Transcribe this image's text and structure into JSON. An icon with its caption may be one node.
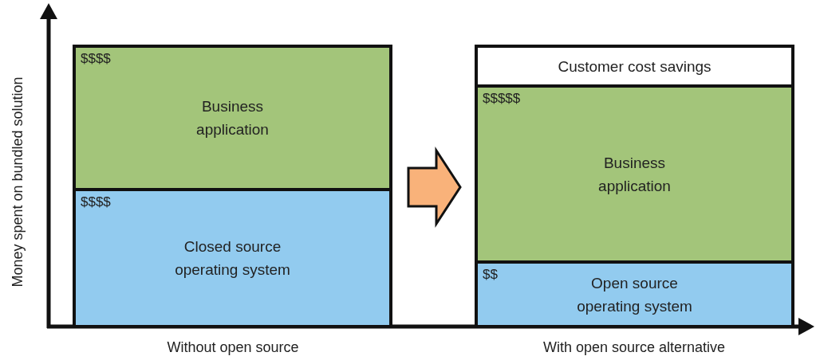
{
  "diagram": {
    "nodes": [
      {
        "text": [],
        "shape": "box"
      },
      {
        "text": [
          "$$$$",
          "Business application"
        ],
        "in": 0
      },
      {
        "text": [
          "$$$$",
          "Closed source operating system"
        ],
        "in": 0
      },
      {
        "text": [],
        "shape": "box"
      },
      {
        "text": [
          "Customer cost savings"
        ],
        "in": 3
      },
      {
        "text": [
          "$$$$$",
          "Business application"
        ],
        "in": 3
      },
      {
        "text": [
          "$$",
          "Open source operating system"
        ],
        "in": 3
      }
    ],
    "edges": [
      {
        "from": 0,
        "to": 3,
        "arrow": "to",
        "style": "thick",
        "color": "#f9b27a"
      }
    ],
    "labels": [
      "Money spent on bundled solution",
      "Without open source",
      "With open source alternative"
    ]
  }
}
